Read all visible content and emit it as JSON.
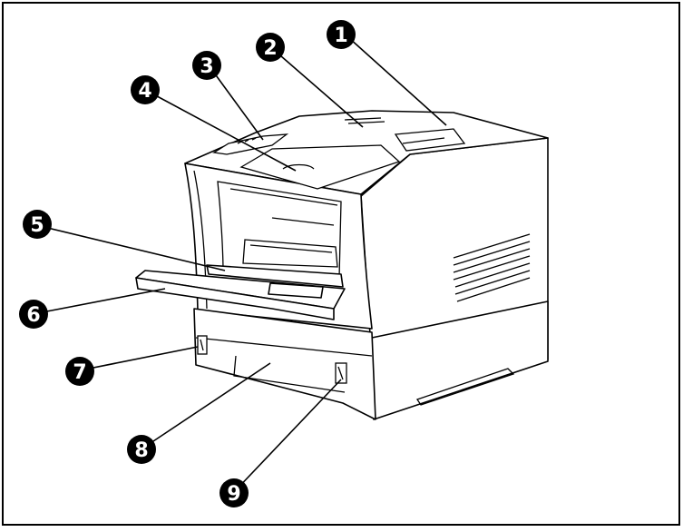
{
  "figure": {
    "colors": {
      "border": "#000000",
      "line": "#000000",
      "badge_fill": "#000000",
      "badge_text": "#ffffff",
      "body_fill": "#ffffff"
    },
    "callouts": [
      {
        "id": "c1",
        "number": "1"
      },
      {
        "id": "c2",
        "number": "2"
      },
      {
        "id": "c3",
        "number": "3"
      },
      {
        "id": "c4",
        "number": "4"
      },
      {
        "id": "c5",
        "number": "5"
      },
      {
        "id": "c6",
        "number": "6"
      },
      {
        "id": "c7",
        "number": "7"
      },
      {
        "id": "c8",
        "number": "8"
      },
      {
        "id": "c9",
        "number": "9"
      }
    ]
  }
}
